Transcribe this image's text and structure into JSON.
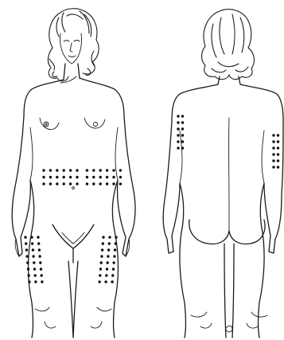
{
  "figure": {
    "background": "#ffffff",
    "ink_color": "#1b1b1b",
    "dot_color": "#111111",
    "views": [
      {
        "name": "front",
        "sites": [
          {
            "name": "abdomen",
            "rows": 3,
            "cols": 12
          },
          {
            "name": "left-thigh",
            "rows": 8,
            "cols": 3
          },
          {
            "name": "right-thigh",
            "rows": 8,
            "cols": 3
          }
        ]
      },
      {
        "name": "back",
        "sites": [
          {
            "name": "right-upper-arm",
            "rows": 6,
            "cols": 2
          },
          {
            "name": "left-upper-arm",
            "rows": 6,
            "cols": 2
          }
        ]
      }
    ]
  }
}
